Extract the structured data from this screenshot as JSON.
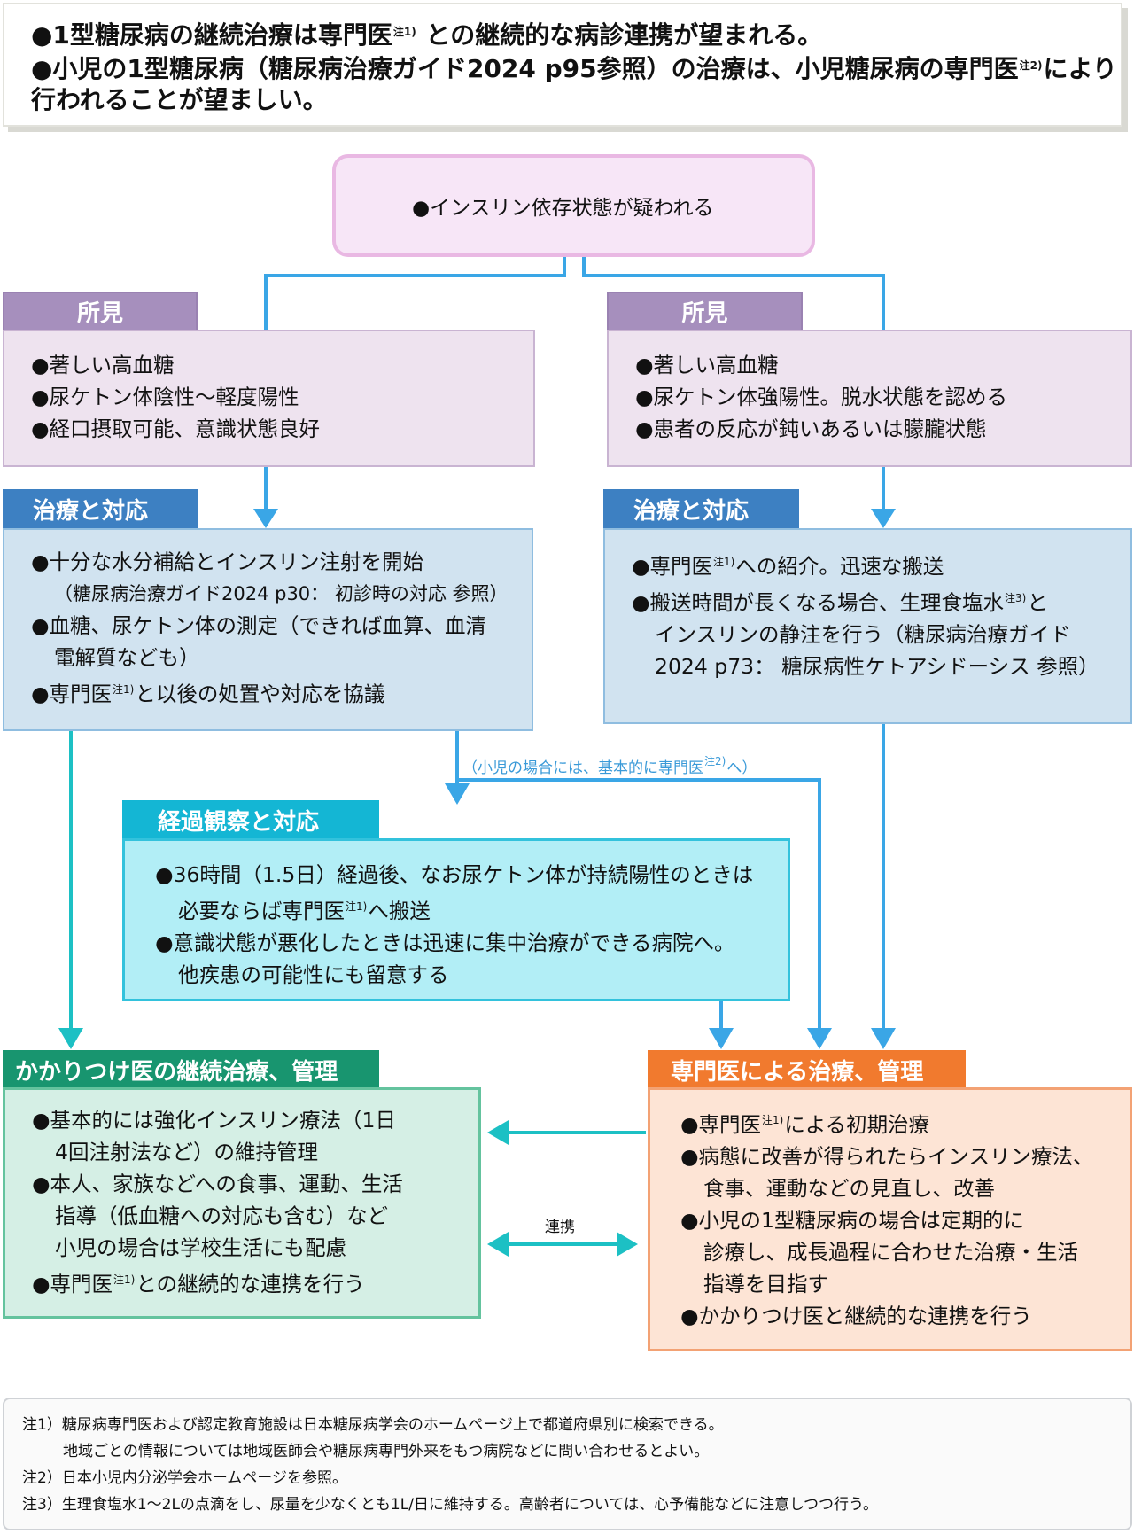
{
  "header": {
    "lines": [
      [
        {
          "t": "●1型糖尿病の継続治療は専門医"
        },
        {
          "sup": "注1)"
        },
        {
          "t": " との継続的な病診連携が望まれる。"
        }
      ],
      [
        {
          "t": "●小児の1型糖尿病（糖尿病治療ガイド2024 p95参照）の治療は、小児糖尿病の専門医"
        },
        {
          "sup": "注2)"
        },
        {
          "t": "により"
        }
      ],
      [
        {
          "t": "行われることが望ましい。",
          "cont": true
        }
      ]
    ]
  },
  "start": {
    "text": "●インスリン依存状態が疑われる"
  },
  "left_findings": {
    "title": "所見",
    "lines": [
      [
        {
          "t": "●著しい高血糖"
        }
      ],
      [
        {
          "t": "●尿ケトン体陰性～軽度陽性"
        }
      ],
      [
        {
          "t": "●経口摂取可能、意識状態良好"
        }
      ]
    ]
  },
  "right_findings": {
    "title": "所見",
    "lines": [
      [
        {
          "t": "●著しい高血糖"
        }
      ],
      [
        {
          "t": "●尿ケトン体強陽性。脱水状態を認める"
        }
      ],
      [
        {
          "t": "●患者の反応が鈍いあるいは朦朧状態"
        }
      ]
    ]
  },
  "left_treatment": {
    "title": "治療と対応",
    "lines": [
      [
        {
          "t": "●十分な水分補給とインスリン注射を開始"
        }
      ],
      [
        {
          "t": "（糖尿病治療ガイド2024 p30： 初診時の対応 参照）",
          "cont": true,
          "small": true
        }
      ],
      [
        {
          "t": "●血糖、尿ケトン体の測定（できれば血算、血清"
        }
      ],
      [
        {
          "t": "電解質なども）",
          "cont": true
        }
      ],
      [
        {
          "t": "●専門医"
        },
        {
          "sup": "注1)"
        },
        {
          "t": "と以後の処置や対応を協議"
        }
      ]
    ]
  },
  "right_treatment": {
    "title": "治療と対応",
    "lines": [
      [
        {
          "t": "●専門医"
        },
        {
          "sup": "注1)"
        },
        {
          "t": "への紹介。迅速な搬送"
        }
      ],
      [
        {
          "t": "●搬送時間が長くなる場合、生理食塩水"
        },
        {
          "sup": "注3)"
        },
        {
          "t": "と"
        }
      ],
      [
        {
          "t": "インスリンの静注を行う（糖尿病治療ガイド",
          "cont": true
        }
      ],
      [
        {
          "t": "2024 p73： 糖尿病性ケトアシドーシス 参照）",
          "cont": true
        }
      ]
    ]
  },
  "child_note": [
    {
      "t": "（小児の場合には、基本的に専門医"
    },
    {
      "sup": "注2)"
    },
    {
      "t": "へ）"
    }
  ],
  "observation": {
    "title": "経過観察と対応",
    "lines": [
      [
        {
          "t": "●36時間（1.5日）経過後、なお尿ケトン体が持続陽性のときは"
        }
      ],
      [
        {
          "t": "必要ならば専門医",
          "cont": true
        },
        {
          "sup": "注1)"
        },
        {
          "t": "へ搬送"
        }
      ],
      [
        {
          "t": "●意識状態が悪化したときは迅速に集中治療ができる病院へ。"
        }
      ],
      [
        {
          "t": "他疾患の可能性にも留意する",
          "cont": true
        }
      ]
    ]
  },
  "gp_care": {
    "title": "かかりつけ医の継続治療、管理",
    "lines": [
      [
        {
          "t": "●基本的には強化インスリン療法（1日"
        }
      ],
      [
        {
          "t": "4回注射法など）の維持管理",
          "cont": true
        }
      ],
      [
        {
          "t": "●本人、家族などへの食事、運動、生活"
        }
      ],
      [
        {
          "t": "指導（低血糖への対応も含む）など",
          "cont": true
        }
      ],
      [
        {
          "t": "小児の場合は学校生活にも配慮",
          "cont": true
        }
      ],
      [
        {
          "t": "●専門医"
        },
        {
          "sup": "注1)"
        },
        {
          "t": "との継続的な連携を行う"
        }
      ]
    ]
  },
  "specialist_care": {
    "title": "専門医による治療、管理",
    "lines": [
      [
        {
          "t": "●専門医"
        },
        {
          "sup": "注1)"
        },
        {
          "t": "による初期治療"
        }
      ],
      [
        {
          "t": "●病態に改善が得られたらインスリン療法、"
        }
      ],
      [
        {
          "t": "食事、運動などの見直し、改善",
          "cont": true
        }
      ],
      [
        {
          "t": "●小児の1型糖尿病の場合は定期的に"
        }
      ],
      [
        {
          "t": "診療し、成長過程に合わせた治療・生活",
          "cont": true
        }
      ],
      [
        {
          "t": "指導を目指す",
          "cont": true
        }
      ],
      [
        {
          "t": "●かかりつけ医と継続的な連携を行う"
        }
      ]
    ]
  },
  "link_label": "連携",
  "footnotes": [
    {
      "text": "注1）糖尿病専門医および認定教育施設は日本糖尿病学会のホームページ上で都道府県別に検索できる。"
    },
    {
      "text": "地域ごとの情報については地域医師会や糖尿病専門外来をもつ病院などに問い合わせるとよい。",
      "cont": true
    },
    {
      "text": "注2）日本小児内分泌学会ホームページを参照。"
    },
    {
      "text": "注3）生理食塩水1～2Lの点滴をし、尿量を少なくとも1L/日に維持する。高齢者については、心予備能などに注意しつつ行う。"
    }
  ],
  "colors": {
    "arrow_blue": "#3aa6e6",
    "arrow_teal": "#1cc0c4"
  }
}
